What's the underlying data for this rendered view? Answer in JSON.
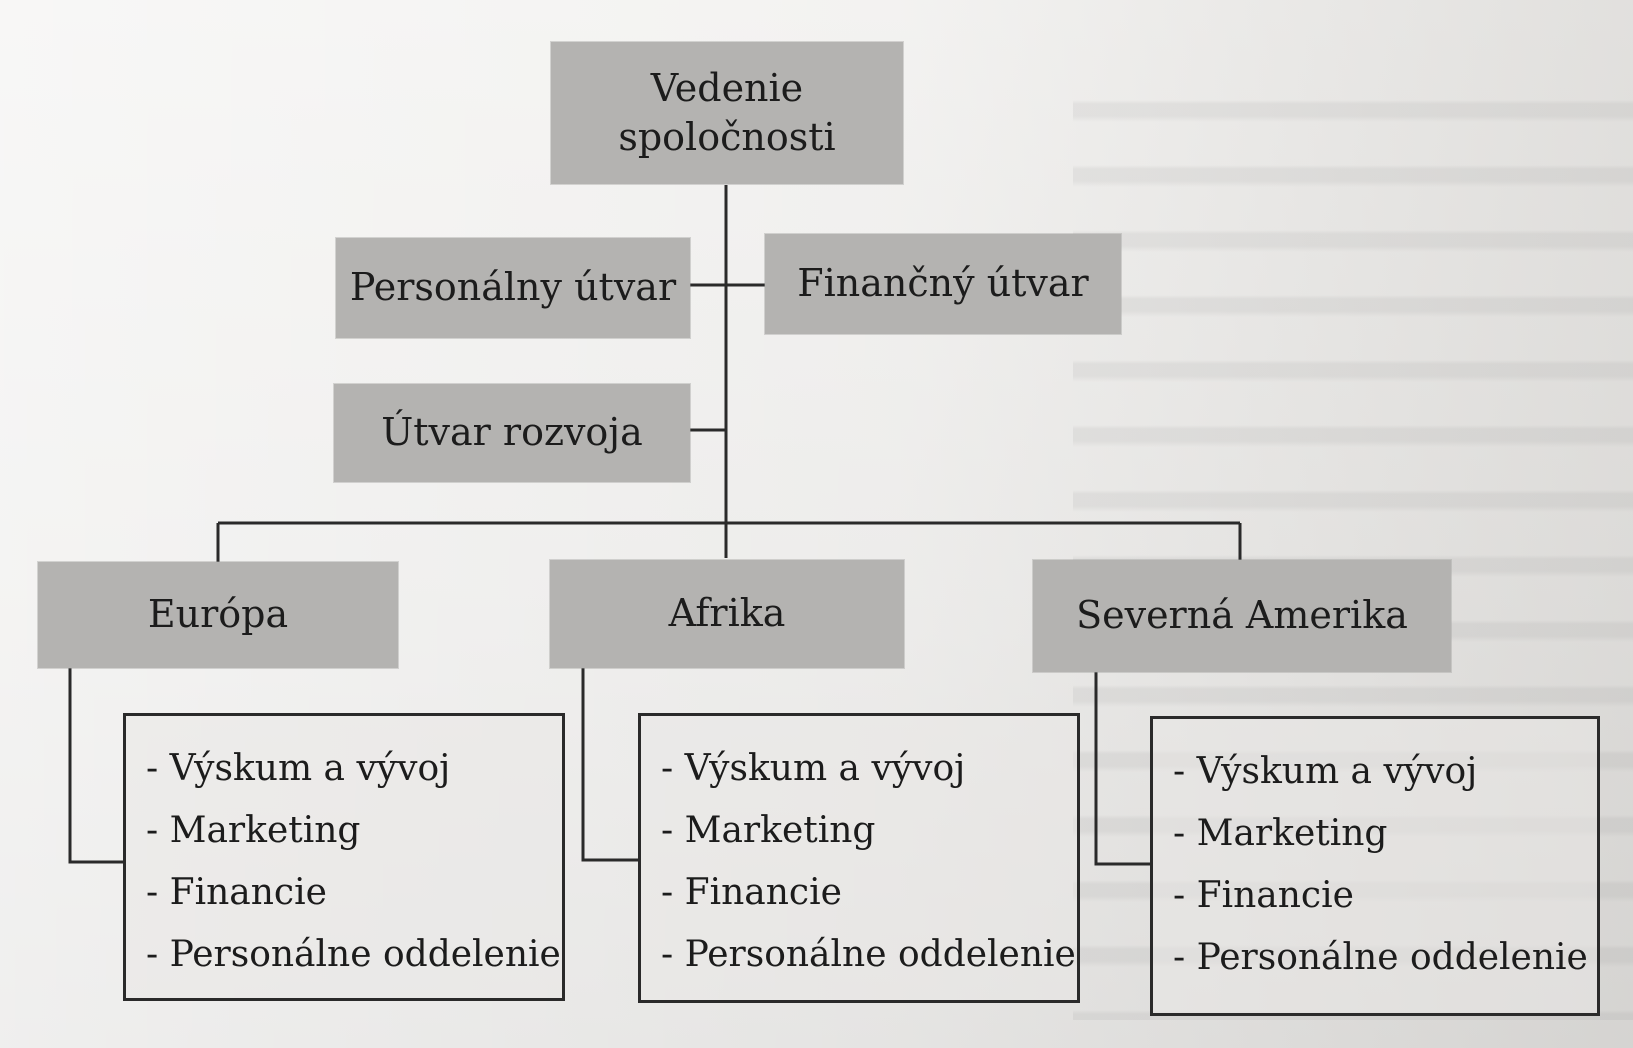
{
  "root": {
    "line1": "Vedenie",
    "line2": "spoločnosti"
  },
  "staff": {
    "personnel": "Personálny útvar",
    "finance": "Finančný útvar",
    "development": "Útvar rozvoja"
  },
  "regions": [
    {
      "name": "Európa",
      "departments": [
        "- Výskum a vývoj",
        "- Marketing",
        "- Financie",
        "- Personálne oddelenie"
      ]
    },
    {
      "name": "Afrika",
      "departments": [
        "- Výskum a vývoj",
        "- Marketing",
        "- Financie",
        "- Personálne oddelenie"
      ]
    },
    {
      "name": "Severná Amerika",
      "departments": [
        "- Výskum a vývoj",
        "- Marketing",
        "- Financie",
        "- Personálne oddelenie"
      ]
    }
  ],
  "colors": {
    "box_fill": "#b4b3b1",
    "line": "#2a2a2a",
    "background": "#e9e8e6"
  }
}
